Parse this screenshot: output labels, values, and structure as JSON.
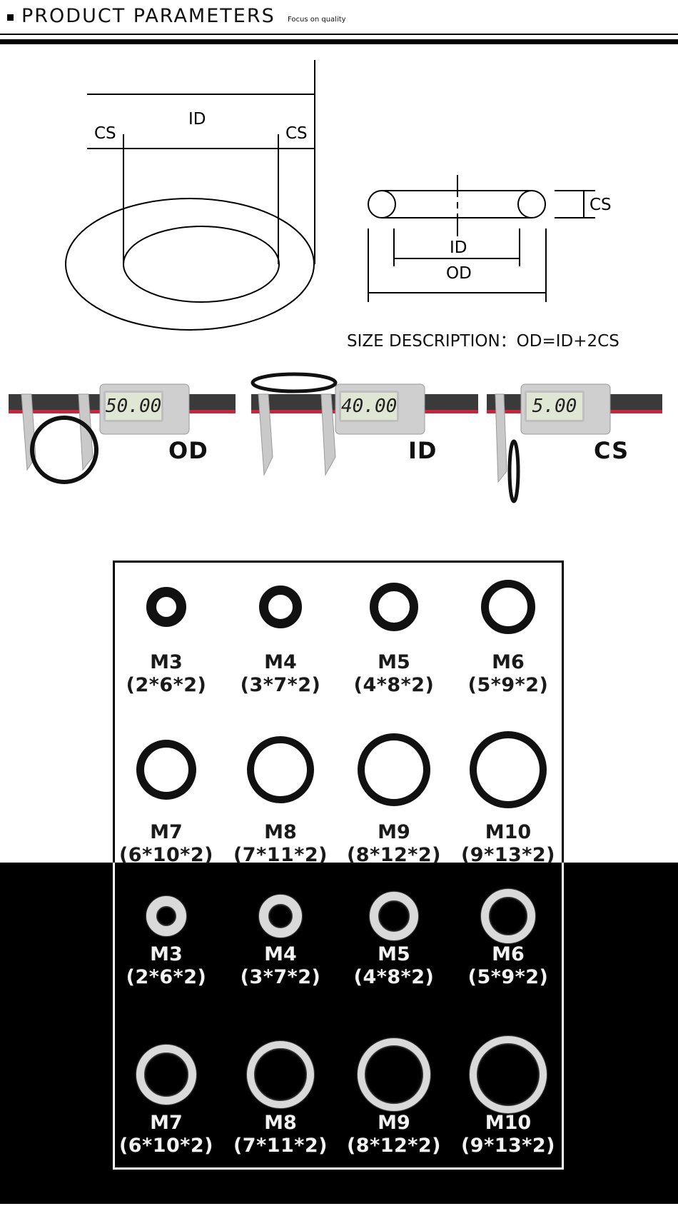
{
  "header": {
    "title": "PRODUCT PARAMETERS",
    "subtitle": "Focus on quality"
  },
  "diagram": {
    "front_labels": {
      "id": "ID",
      "cs_left": "CS",
      "cs_right": "CS"
    },
    "side_labels": {
      "cs": "CS",
      "id": "ID",
      "od": "OD"
    },
    "size_description": "SIZE DESCRIPTION：OD=ID+2CS"
  },
  "calipers": [
    {
      "reading": "50.00",
      "label": "OD"
    },
    {
      "reading": "40.00",
      "label": "ID"
    },
    {
      "reading": "5.00",
      "label": "CS"
    }
  ],
  "black_rings": [
    {
      "model": "M3",
      "dims": "(2*6*2)"
    },
    {
      "model": "M4",
      "dims": "(3*7*2)"
    },
    {
      "model": "M5",
      "dims": "(4*8*2)"
    },
    {
      "model": "M6",
      "dims": "(5*9*2)"
    },
    {
      "model": "M7",
      "dims": "(6*10*2)"
    },
    {
      "model": "M8",
      "dims": "(7*11*2)"
    },
    {
      "model": "M9",
      "dims": "(8*12*2)"
    },
    {
      "model": "M10",
      "dims": "(9*13*2)"
    }
  ],
  "clear_rings": [
    {
      "model": "M3",
      "dims": "(2*6*2)"
    },
    {
      "model": "M4",
      "dims": "(3*7*2)"
    },
    {
      "model": "M5",
      "dims": "(4*8*2)"
    },
    {
      "model": "M6",
      "dims": "(5*9*2)"
    },
    {
      "model": "M7",
      "dims": "(6*10*2)"
    },
    {
      "model": "M8",
      "dims": "(7*11*2)"
    },
    {
      "model": "M9",
      "dims": "(8*12*2)"
    },
    {
      "model": "M10",
      "dims": "(9*13*2)"
    }
  ],
  "colors": {
    "ring_black": "#111111",
    "ring_clear": "#d9d9d9",
    "caliper_red": "#c2283d",
    "band_black": "#000000"
  }
}
